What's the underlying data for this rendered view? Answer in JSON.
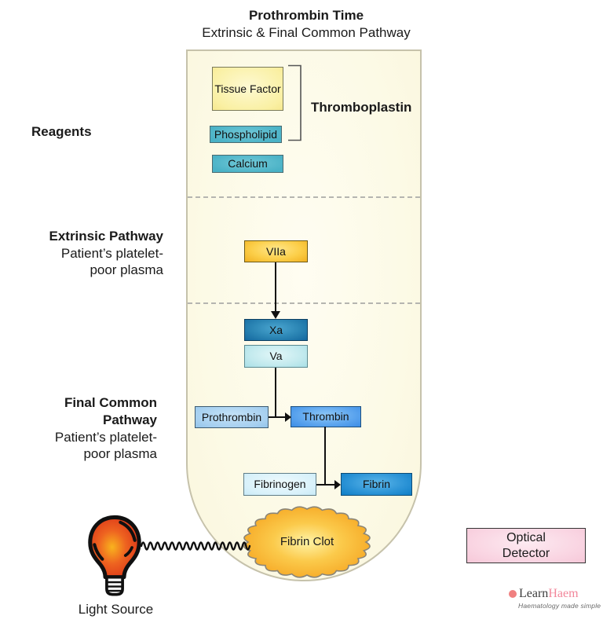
{
  "title": {
    "line1": "Prothrombin Time",
    "line2": "Extrinsic & Final Common Pathway"
  },
  "sections": {
    "reagents_label": "Reagents",
    "extrinsic": {
      "title": "Extrinsic Pathway",
      "sub1": "Patient’s platelet-",
      "sub2": "poor plasma"
    },
    "final_common": {
      "title": "Final Common Pathway",
      "sub1": "Patient’s platelet-",
      "sub2": "poor plasma"
    }
  },
  "reagents": {
    "tissue_factor": "Tissue Factor",
    "phospholipid": "Phospholipid",
    "calcium": "Calcium",
    "bracket_label": "Thromboplastin"
  },
  "nodes": {
    "viia": "VIIa",
    "xa": "Xa",
    "va": "Va",
    "prothrombin": "Prothrombin",
    "thrombin": "Thrombin",
    "fibrinogen": "Fibrinogen",
    "fibrin": "Fibrin",
    "fibrin_clot": "Fibrin Clot"
  },
  "instrument": {
    "light_source": "Light Source",
    "optical_detector_line1": "Optical",
    "optical_detector_line2": "Detector"
  },
  "branding": {
    "name_part1": "Learn",
    "name_part2": "Haem",
    "tagline": "Haematology made simple"
  },
  "colors": {
    "tube_fill": "#FDFBE9",
    "tube_border": "#C6C2AB",
    "tissue_factor_fill": "#FAF0A4",
    "teal_reagent": "#4AB2C6",
    "viia_gold": "#F1B121",
    "xa_dark_blue": "#14689F",
    "va_light_cyan": "#A9DFE6",
    "prothrombin_light_blue": "#93C4EA",
    "thrombin_blue": "#3C8DE6",
    "fibrinogen_pale_cyan": "#C8EAF6",
    "fibrin_blue": "#0F7EC6",
    "clot_orange": "#F5A31F",
    "clot_center": "#FFF0A0",
    "detector_pink": "#F9D3E1",
    "bulb_red": "#D92F17",
    "bulb_center_orange": "#F9B31E",
    "brand_pink": "#F2869A"
  }
}
